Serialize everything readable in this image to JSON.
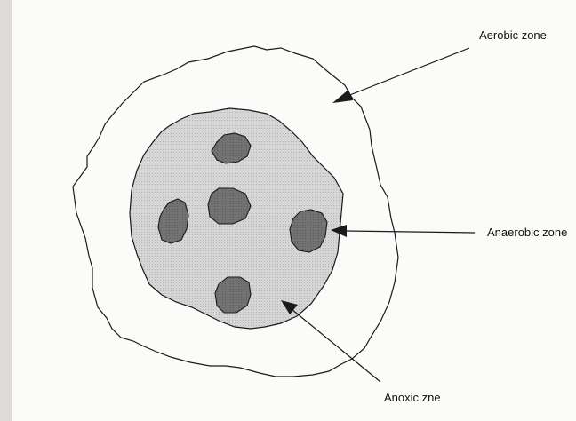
{
  "labels": {
    "aerobic": "Aerobic zone",
    "anaerobic": "Anaerobic zone",
    "anoxic": "Anoxic zne"
  },
  "colors": {
    "outline": "#1a1a1a",
    "anoxic_fill": "#d2d2d2",
    "anaerobic_fill": "#707070",
    "background": "#fbfbfa"
  }
}
